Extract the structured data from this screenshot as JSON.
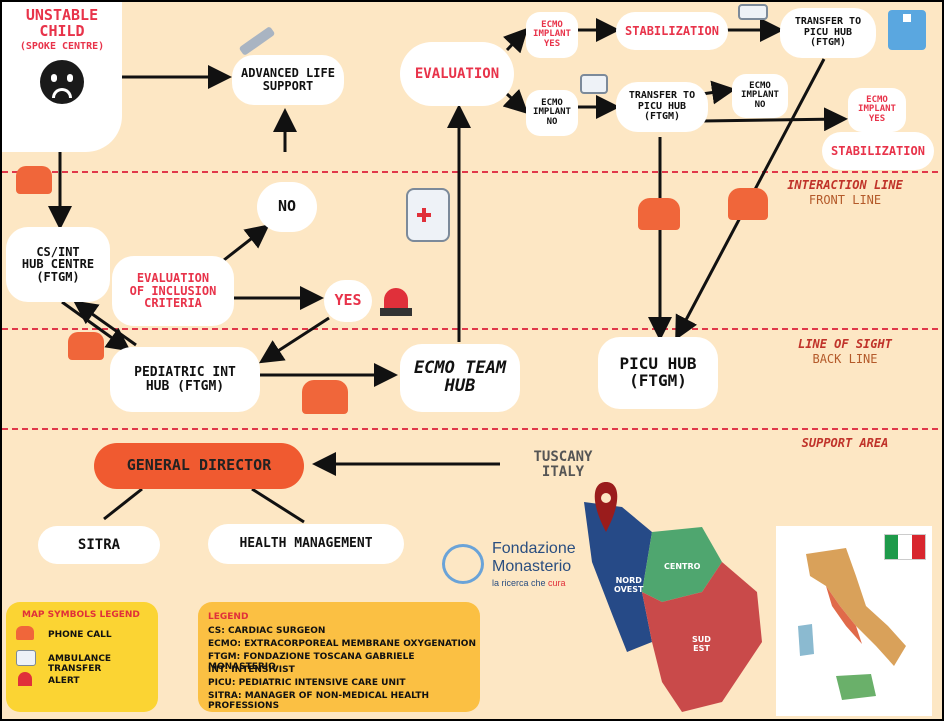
{
  "nodes": {
    "unstable_child_1": "UNSTABLE",
    "unstable_child_2": "CHILD",
    "spoke_centre": "(SPOKE CENTRE)",
    "advanced_life_support_1": "ADVANCED LIFE",
    "advanced_life_support_2": "SUPPORT",
    "no": "NO",
    "cs_int_1": "CS/INT",
    "cs_int_2": "HUB CENTRE",
    "cs_int_3": "(FTGM)",
    "evaluation_inclusion_1": "EVALUATION",
    "evaluation_inclusion_2": "OF INCLUSION",
    "evaluation_inclusion_3": "CRITERIA",
    "yes": "YES",
    "pediatric_int_1": "PEDIATRIC INT",
    "pediatric_int_2": "HUB (FTGM)",
    "ecmo_team_1": "ECMO TEAM",
    "ecmo_team_2": "HUB",
    "evaluation": "EVALUATION",
    "ecmo_yes_1": "ECMO",
    "ecmo_yes_2": "IMPLANT",
    "ecmo_yes_3": "YES",
    "stabilization_top": "STABILIZATION",
    "transfer_top_1": "TRANSFER TO",
    "transfer_top_2": "PICU HUB",
    "transfer_top_3": "(FTGM)",
    "ecmo_no_1": "ECMO",
    "ecmo_no_2": "IMPLANT",
    "ecmo_no_3": "NO",
    "transfer_mid_1": "TRANSFER TO",
    "transfer_mid_2": "PICU HUB",
    "transfer_mid_3": "(FTGM)",
    "ecmo_no_right_1": "ECMO",
    "ecmo_no_right_2": "IMPLANT",
    "ecmo_no_right_3": "NO",
    "ecmo_yes_right_1": "ECMO",
    "ecmo_yes_right_2": "IMPLANT",
    "ecmo_yes_right_3": "YES",
    "stabilization_right": "STABILIZATION",
    "picu_hub_1": "PICU HUB",
    "picu_hub_2": "(FTGM)",
    "general_director": "GENERAL DIRECTOR",
    "sitra": "SITRA",
    "health_management": "HEALTH MANAGEMENT",
    "tuscany_1": "TUSCANY",
    "tuscany_2": "ITALY"
  },
  "lines": {
    "interaction_1": "INTERACTION LINE",
    "interaction_2": "FRONT LINE",
    "sight_1": "LINE OF SIGHT",
    "sight_2": "BACK LINE",
    "support": "SUPPORT AREA"
  },
  "logo": {
    "name": "Fondazione",
    "name2": "Monasterio",
    "tag1": "la ricerca che ",
    "tag2": "cura"
  },
  "map": {
    "nord": "NORD",
    "ovest": "OVEST",
    "centro": "CENTRO",
    "sud": "SUD",
    "est": "EST"
  },
  "symbols_legend": {
    "title": "MAP SYMBOLS  LEGEND",
    "items": [
      "PHONE CALL",
      "AMBULANCE TRANSFER",
      "ALERT"
    ]
  },
  "legend": {
    "title": "LEGEND",
    "items": [
      "CS: CARDIAC SURGEON",
      "ECMO: EXTRACORPOREAL MEMBRANE OXYGENATION",
      "FTGM: FONDAZIONE TOSCANA GABRIELE MONASTERIO",
      "INT: INTENSIVIST",
      "PICU: PEDIATRIC INTENSIVE CARE UNIT",
      "SITRA: MANAGER OF NON-MEDICAL HEALTH PROFESSIONS"
    ]
  },
  "colors": {
    "background": "#fde7c4",
    "accent_red": "#e8334a",
    "director": "#f05a30",
    "legend_yellow": "#fbd433",
    "legend_orange": "#fbc043",
    "dashed_line": "#e0384a"
  },
  "icons": [
    "sad-face-icon",
    "syringe-icon",
    "phone-icon",
    "ambulance-icon",
    "alert-siren-icon",
    "hospital-icon",
    "map-pin-icon",
    "italy-flag-icon"
  ]
}
